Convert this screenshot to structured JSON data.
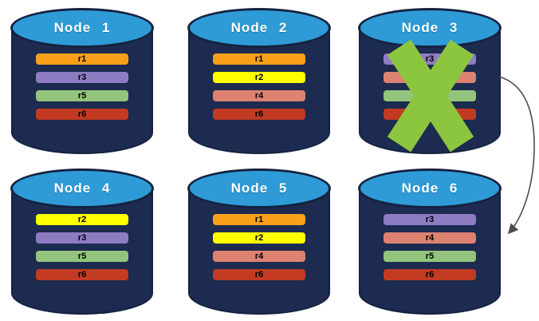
{
  "palette": {
    "background": "#FFFFFF",
    "cylinder_body": "#1C2B4F",
    "cylinder_border": "#142240",
    "cylinder_top": "#2E9BD6",
    "node_title_color": "#FFFFFF",
    "bar_text_color": "#000000"
  },
  "replica_colors": {
    "r1": "#F9A01B",
    "r2": "#FFFF00",
    "r3": "#8E7CC3",
    "r4": "#DD8271",
    "r5": "#93C47D",
    "r6": "#C23A22"
  },
  "nodes": [
    {
      "id": "node-1",
      "title": "Node 1",
      "failed": false,
      "replicas": [
        {
          "label": "r1",
          "color": "#F9A01B"
        },
        {
          "label": "r3",
          "color": "#8E7CC3"
        },
        {
          "label": "r5",
          "color": "#93C47D"
        },
        {
          "label": "r6",
          "color": "#C23A22"
        }
      ]
    },
    {
      "id": "node-2",
      "title": "Node 2",
      "failed": false,
      "replicas": [
        {
          "label": "r1",
          "color": "#F9A01B"
        },
        {
          "label": "r2",
          "color": "#FFFF00"
        },
        {
          "label": "r4",
          "color": "#DD8271"
        },
        {
          "label": "r6",
          "color": "#C23A22"
        }
      ]
    },
    {
      "id": "node-3",
      "title": "Node 3",
      "failed": true,
      "replicas": [
        {
          "label": "r3",
          "color": "#8E7CC3"
        },
        {
          "label": "",
          "color": "#DD8271"
        },
        {
          "label": "",
          "color": "#93C47D"
        },
        {
          "label": "",
          "color": "#C23A22"
        }
      ]
    },
    {
      "id": "node-4",
      "title": "Node 4",
      "failed": false,
      "replicas": [
        {
          "label": "r2",
          "color": "#FFFF00"
        },
        {
          "label": "r3",
          "color": "#8E7CC3"
        },
        {
          "label": "r5",
          "color": "#93C47D"
        },
        {
          "label": "r6",
          "color": "#C23A22"
        }
      ]
    },
    {
      "id": "node-5",
      "title": "Node 5",
      "failed": false,
      "replicas": [
        {
          "label": "r1",
          "color": "#F9A01B"
        },
        {
          "label": "r2",
          "color": "#FFFF00"
        },
        {
          "label": "r4",
          "color": "#DD8271"
        },
        {
          "label": "r6",
          "color": "#C23A22"
        }
      ]
    },
    {
      "id": "node-6",
      "title": "Node 6",
      "failed": false,
      "replicas": [
        {
          "label": "r3",
          "color": "#8E7CC3"
        },
        {
          "label": "r4",
          "color": "#DD8271"
        },
        {
          "label": "r5",
          "color": "#93C47D"
        },
        {
          "label": "r6",
          "color": "#C23A22"
        }
      ]
    }
  ],
  "failure_marker": {
    "node": "node-3",
    "color": "#8CC63F"
  },
  "arrow": {
    "from": "node-3",
    "to": "node-6",
    "color": "#4D4D4D"
  }
}
